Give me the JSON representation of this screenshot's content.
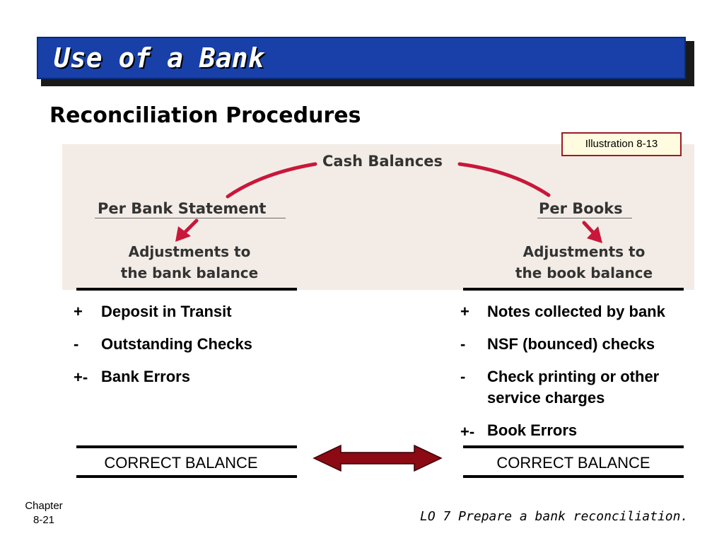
{
  "title": "Use of a Bank",
  "subtitle": "Reconciliation Procedures",
  "illustration_label": "Illustration 8-13",
  "diagram": {
    "top": "Cash Balances",
    "left_head": "Per Bank Statement",
    "right_head": "Per Books",
    "left_adj_line1": "Adjustments to",
    "left_adj_line2": "the bank balance",
    "right_adj_line1": "Adjustments to",
    "right_adj_line2": "the book balance"
  },
  "bank_items": [
    {
      "sign": "+",
      "text": "Deposit in Transit"
    },
    {
      "sign": "-",
      "text": "Outstanding Checks"
    },
    {
      "sign": "+-",
      "text": "Bank Errors"
    }
  ],
  "book_items": [
    {
      "sign": "+",
      "text": "Notes collected by bank"
    },
    {
      "sign": "-",
      "text": "NSF (bounced) checks"
    },
    {
      "sign": "-",
      "text": "Check printing or other",
      "text2": "service charges"
    },
    {
      "sign": "+-",
      "text": "Book Errors"
    }
  ],
  "correct_left": "CORRECT BALANCE",
  "correct_right": "CORRECT BALANCE",
  "footer": {
    "chapter_line1": "Chapter",
    "chapter_line2": "8-21",
    "lo": "LO 7  Prepare a bank reconciliation."
  },
  "colors": {
    "title_bar": "#1840a8",
    "arrow_red": "#c8173a",
    "double_arrow": "#8b0a14",
    "panel": "#f3ece6"
  }
}
